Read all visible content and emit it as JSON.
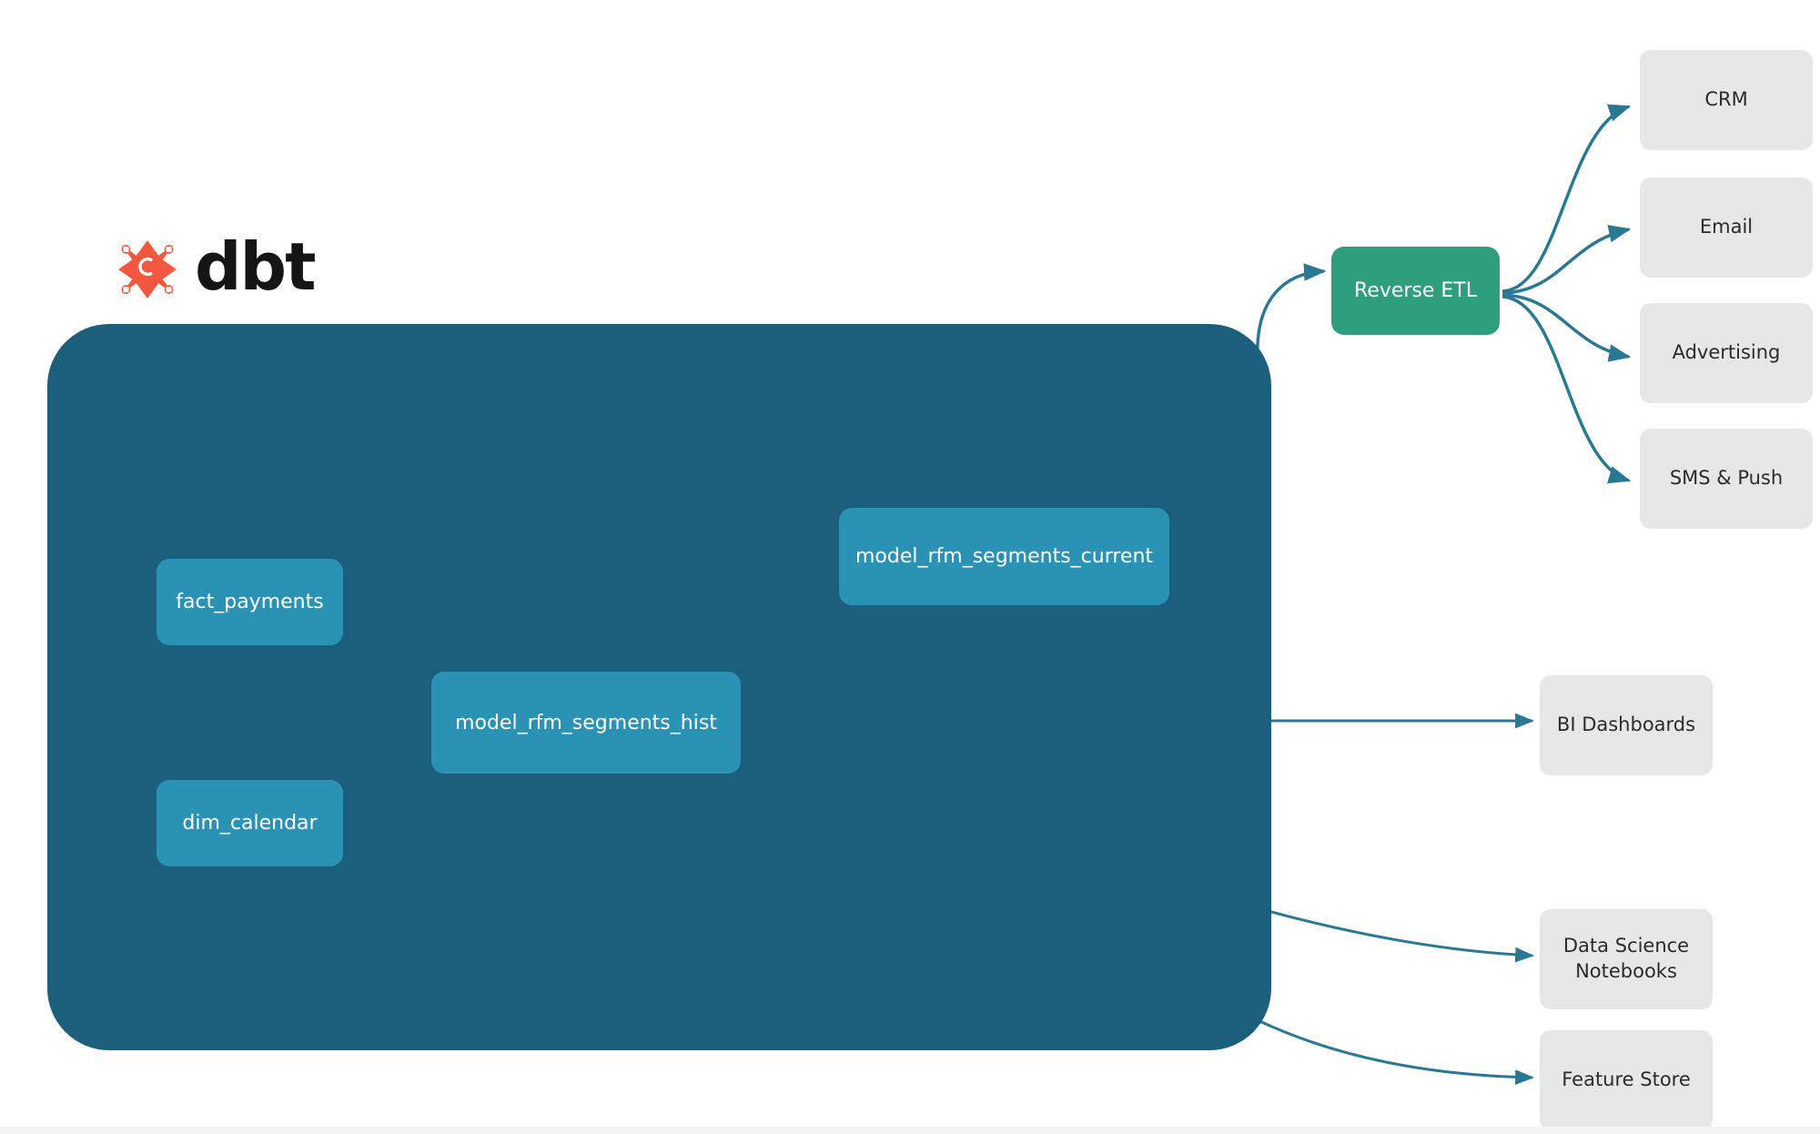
{
  "brand": {
    "logo_icon": "dbt-logo-icon",
    "wordmark": "dbt",
    "logo_color": "#f4573f",
    "wordmark_color": "#151515"
  },
  "colors": {
    "project_container": "#1b5f7d",
    "model_node": "#2a93b5",
    "reverse_etl_node": "#2e9e7e",
    "destination_node": "#e7e7e7",
    "edge": "#2a7894",
    "inner_edge": "#3f8ba4"
  },
  "project_container": {
    "label": ""
  },
  "models": [
    {
      "id": "fact_payments",
      "label": "fact_payments"
    },
    {
      "id": "dim_calendar",
      "label": "dim_calendar"
    },
    {
      "id": "model_rfm_segments_hist",
      "label": "model_rfm_segments_hist"
    },
    {
      "id": "model_rfm_segments_current",
      "label": "model_rfm_segments_current"
    }
  ],
  "activation": {
    "reverse_etl_label": "Reverse ETL",
    "destinations": [
      {
        "id": "crm",
        "label": "CRM"
      },
      {
        "id": "email",
        "label": "Email"
      },
      {
        "id": "advertising",
        "label": "Advertising"
      },
      {
        "id": "sms_push",
        "label": "SMS & Push"
      }
    ]
  },
  "consumers": [
    {
      "id": "bi_dashboards",
      "label": "BI Dashboards"
    },
    {
      "id": "data_science_notebooks",
      "label": "Data Science\nNotebooks"
    },
    {
      "id": "feature_store",
      "label": "Feature Store"
    }
  ]
}
